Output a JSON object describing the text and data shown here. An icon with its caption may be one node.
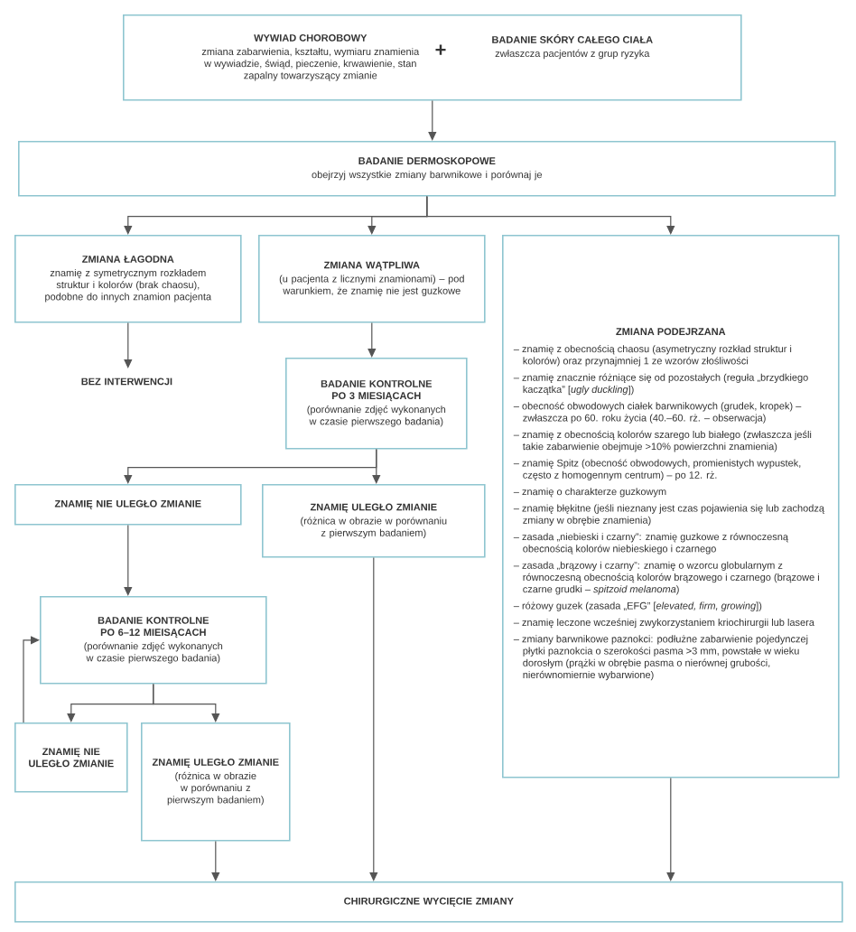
{
  "diagram": {
    "nodes": [
      {
        "text": [
          "WYWIAD CHOROBOWY",
          "zmiana zabarwienia, kształtu, wymiaru znamienia w wywiadzie, świąd, pieczenie, krwawienie, stan zapalny towarzyszący zmianie",
          "BADANIE SKÓRY CAŁEGO CIAŁA",
          "zwłaszcza pacjentów z grup ryzyka"
        ]
      },
      {
        "text": [
          "BADANIE DERMOSKOPOWE",
          "obejrzyj wszystkie zmiany barwnikowe i porównaj je"
        ]
      },
      {
        "text": [
          "ZMIANA ŁAGODNA",
          "znamię z symetrycznym rozkładem struktur i kolorów (brak chaosu), podobne do innych znamion pacjenta"
        ]
      },
      {
        "text": [
          "ZMIANA WĄTPLIWA",
          "(u pacjenta z licznymi znamionami) – pod warunkiem, że znamię nie jest guzkowe"
        ]
      },
      {
        "text": [
          "ZMIANA PODEJRZANA",
          "– znamię z obecnością chaosu (asymetryczny rozkład struktur i kolorów) oraz przynajmniej 1 ze wzorów złośliwości",
          "– znamię znacznie różniące się od pozostałych (reguła „brzydkiego kaczątka” [*ugly duckling*])",
          "– obecność obwodowych ciałek barwnikowych (grudek, kropek) – zwłaszcza po 60. roku życia (40.–60. rż. – obserwacja)",
          "– znamię z obecnością kolorów szarego lub białego (zwłaszcza jeśli takie zabarwienie obejmuje >10% powierzchni znamienia)",
          "– znamię Spitz (obecność obwodowych, promienistych wypustek, często z homogennym centrum) – po 12. rż.",
          "– znamię o charakterze guzkowym",
          "– znamię błękitne (jeśli nieznany jest czas pojawienia się lub zachodzą zmiany w obrębie znamienia)",
          "– zasada „niebieski i czarny”: znamię guzkowe z równoczesną obecnością kolorów niebieskiego i czarnego",
          "– zasada „brązowy i czarny”: znamię o wzorcu globularnym z równoczesną obecnością kolorów brązowego i czarnego (brązowe i czarne grudki – *spitzoid melanoma*)",
          "– różowy guzek (zasada „EFG” [*elevated, firm, growing*])",
          "– znamię leczone wcześniej zwykorzystaniem kriochirurgii lub lasera",
          "– zmiany barwnikowe paznokci: podłużne zabarwienie pojedynczej płytki paznokcia o szerokości pasma >3 mm, powstałe w wieku dorosłym (prążki w obrębie pasma o nierównej grubości, nierównomiernie wybarwione)"
        ]
      },
      {
        "text": [
          "BEZ INTERWENCJI"
        ]
      },
      {
        "text": [
          "BADANIE KONTROLNE PO 3 MIESIĄCACH",
          "(porównanie zdjęć wykonanych w czasie pierwszego badania)"
        ]
      },
      {
        "text": [
          "ZNAMIĘ NIE ULEGŁO ZMIANIE"
        ]
      },
      {
        "text": [
          "ZNAMIĘ ULEGŁO ZMIANIE",
          "(różnica w obrazie w porównaniu z pierwszym badaniem)"
        ]
      },
      {
        "text": [
          "BADANIE KONTROLNE PO 6–12 MIEISĄCACH",
          "(porównanie zdjęć wykonanych w czasie pierwszego badania)"
        ]
      },
      {
        "text": [
          "ZNAMIĘ NIE ULEGŁO ZMIANIE"
        ]
      },
      {
        "text": [
          "ZNAMIĘ ULEGŁO ZMIANIE",
          "(różnica w obrazie w porównaniu z pierwszym badaniem)"
        ]
      },
      {
        "text": [
          "CHIRURGICZNE WYCIĘCIE ZMIANY"
        ]
      }
    ],
    "edges": [
      {
        "from": 0,
        "to": 1,
        "arrow": "to"
      },
      {
        "from": 1,
        "to": 2,
        "arrow": "to"
      },
      {
        "from": 1,
        "to": 3,
        "arrow": "to"
      },
      {
        "from": 1,
        "to": 4,
        "arrow": "to"
      },
      {
        "from": 2,
        "to": 5,
        "arrow": "to"
      },
      {
        "from": 3,
        "to": 6,
        "arrow": "to"
      },
      {
        "from": 6,
        "to": 7,
        "arrow": "to"
      },
      {
        "from": 6,
        "to": 8,
        "arrow": "to"
      },
      {
        "from": 7,
        "to": 9,
        "arrow": "to"
      },
      {
        "from": 9,
        "to": 10,
        "arrow": "to"
      },
      {
        "from": 9,
        "to": 11,
        "arrow": "to"
      },
      {
        "from": 10,
        "to": 9,
        "arrow": "to"
      },
      {
        "from": 11,
        "to": 12,
        "arrow": "to"
      },
      {
        "from": 8,
        "to": 12,
        "arrow": "to"
      },
      {
        "from": 4,
        "to": 12,
        "arrow": "to"
      }
    ],
    "labels": [
      "+"
    ]
  }
}
